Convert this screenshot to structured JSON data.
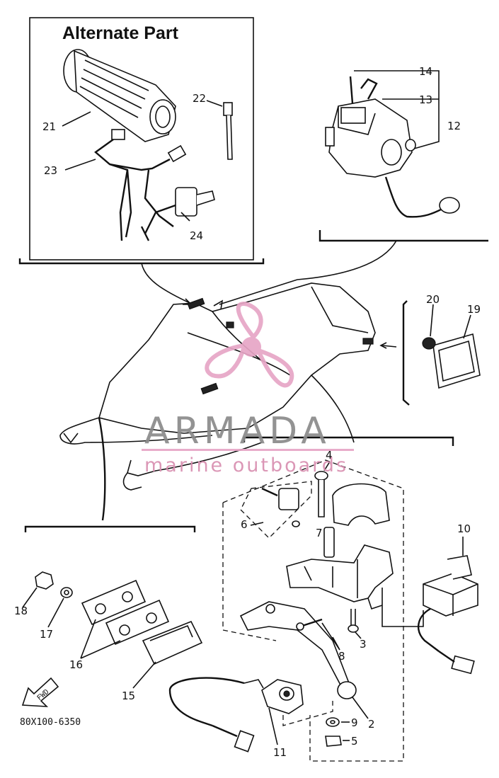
{
  "title": "Alternate Part",
  "drawing_code": "80X100-6350",
  "watermark": {
    "brand": "ARMADA",
    "tagline": "marine outboards"
  },
  "direction_marker": "FWD",
  "callouts": [
    "1",
    "2",
    "3",
    "4",
    "5",
    "6",
    "7",
    "8",
    "9",
    "10",
    "11",
    "12",
    "13",
    "14",
    "15",
    "16",
    "17",
    "18",
    "19",
    "20",
    "21",
    "22",
    "23",
    "24"
  ],
  "colors": {
    "watermark_pink": "#e7a6c6",
    "line": "#111111"
  }
}
